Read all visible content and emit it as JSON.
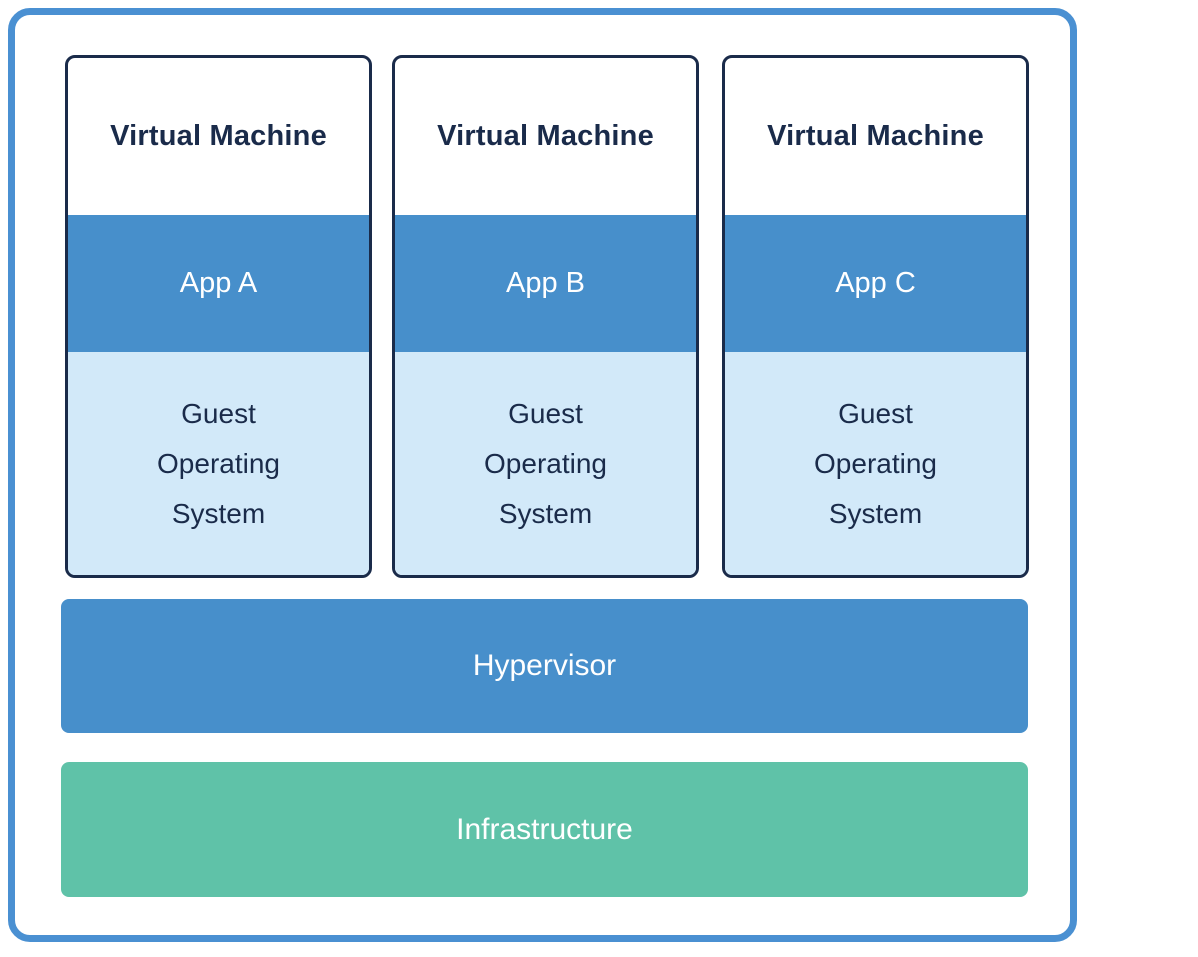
{
  "diagram": {
    "vms": [
      {
        "title": "Virtual Machine",
        "app": "App A",
        "os": "Guest Operating System"
      },
      {
        "title": "Virtual Machine",
        "app": "App B",
        "os": "Guest Operating System"
      },
      {
        "title": "Virtual Machine",
        "app": "App C",
        "os": "Guest Operating System"
      }
    ],
    "hypervisor": {
      "label": "Hypervisor"
    },
    "infrastructure": {
      "label": "Infrastructure"
    },
    "colors": {
      "outer_border_blue": "#4a90d2",
      "accent_blue": "#478fcb",
      "light_blue": "#d2e9f9",
      "green": "#5fc2a8",
      "navy": "#1a2b4a",
      "white": "#ffffff"
    }
  }
}
